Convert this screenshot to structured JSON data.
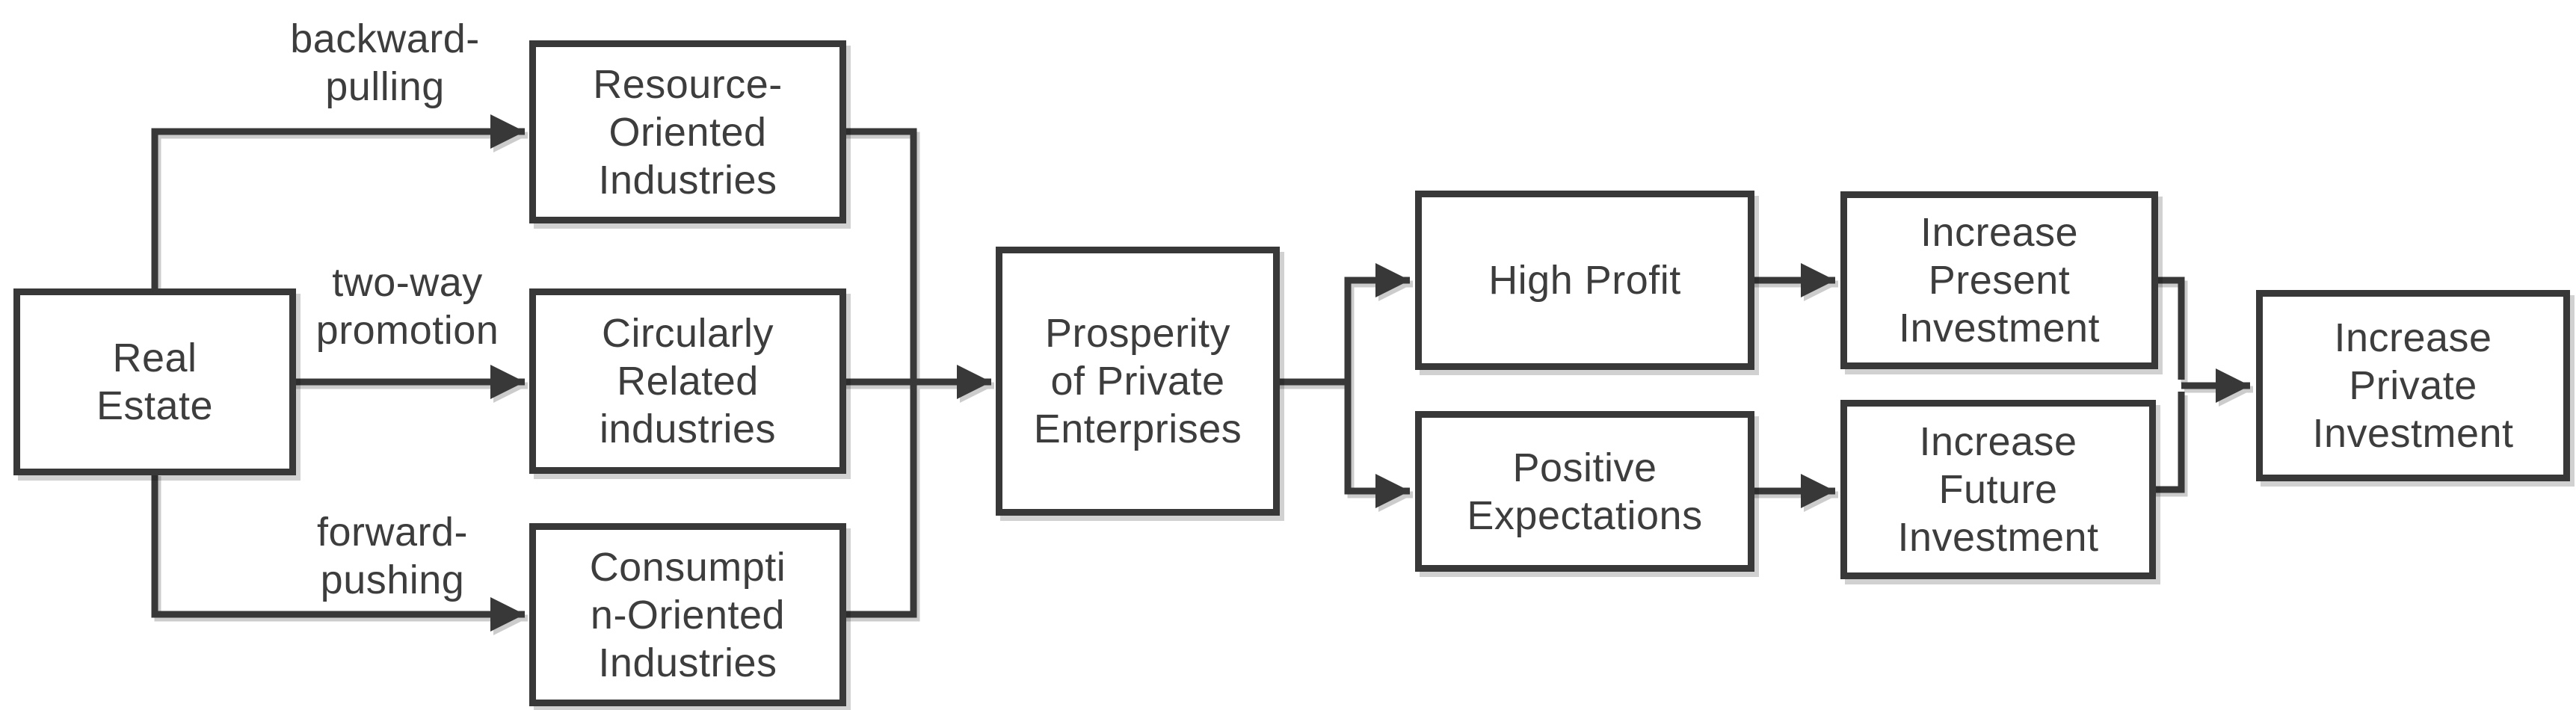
{
  "diagram": {
    "type": "flowchart",
    "background_color": "#ffffff",
    "line_color": "#383838",
    "text_color": "#3d3d3d",
    "box_fill": "#ffffff",
    "nodes": [
      {
        "id": "real-estate",
        "label": "Real\nEstate"
      },
      {
        "id": "resource-oriented",
        "label": "Resource-\nOriented\nIndustries"
      },
      {
        "id": "circularly-related",
        "label": "Circularly\nRelated\nindustries"
      },
      {
        "id": "consumption-oriented",
        "label": "Consumpti\nn-Oriented\nIndustries"
      },
      {
        "id": "prosperity",
        "label": "Prosperity\nof Private\nEnterprises"
      },
      {
        "id": "high-profit",
        "label": "High Profit"
      },
      {
        "id": "positive-expectations",
        "label": "Positive\nExpectations"
      },
      {
        "id": "increase-present-investment",
        "label": "Increase\nPresent\nInvestment"
      },
      {
        "id": "increase-future-investment",
        "label": "Increase\nFuture\nInvestment"
      },
      {
        "id": "increase-private-investment",
        "label": "Increase\nPrivate\nInvestment"
      }
    ],
    "edge_labels": [
      {
        "id": "backward-pulling",
        "label": "backward-\npulling"
      },
      {
        "id": "two-way-promotion",
        "label": "two-way\npromotion"
      },
      {
        "id": "forward-pushing",
        "label": "forward-\npushing"
      }
    ],
    "edges": [
      {
        "from": "Real Estate",
        "to": "Resource-Oriented Industries",
        "label": "backward-pulling"
      },
      {
        "from": "Real Estate",
        "to": "Circularly Related industries",
        "label": "two-way promotion"
      },
      {
        "from": "Real Estate",
        "to": "Consumption-Oriented Industries",
        "label": "forward-pushing"
      },
      {
        "from": "Resource-Oriented Industries",
        "to": "Prosperity of Private Enterprises",
        "label": ""
      },
      {
        "from": "Circularly Related industries",
        "to": "Prosperity of Private Enterprises",
        "label": ""
      },
      {
        "from": "Consumption-Oriented Industries",
        "to": "Prosperity of Private Enterprises",
        "label": ""
      },
      {
        "from": "Prosperity of Private Enterprises",
        "to": "High Profit",
        "label": ""
      },
      {
        "from": "Prosperity of Private Enterprises",
        "to": "Positive Expectations",
        "label": ""
      },
      {
        "from": "High Profit",
        "to": "Increase Present Investment",
        "label": ""
      },
      {
        "from": "Positive Expectations",
        "to": "Increase Future Investment",
        "label": ""
      },
      {
        "from": "Increase Present Investment",
        "to": "Increase Private Investment",
        "label": ""
      },
      {
        "from": "Increase Future Investment",
        "to": "Increase Private Investment",
        "label": ""
      }
    ]
  }
}
